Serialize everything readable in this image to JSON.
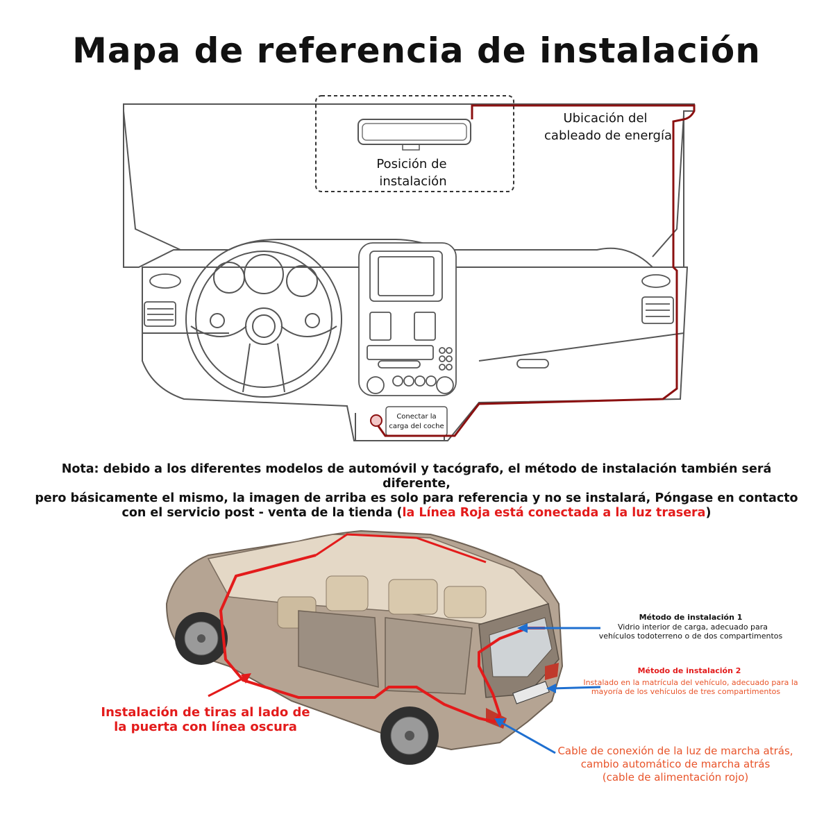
{
  "title": "Mapa de referencia de instalación",
  "dashboard": {
    "power_label_line1": "Ubicación del",
    "power_label_line2": "cableado de energía",
    "install_label_line1": "Posición de",
    "install_label_line2": "instalación",
    "charger_label_line1": "Conectar la",
    "charger_label_line2": "carga del coche"
  },
  "note": {
    "text_line1": "Nota: debido a los diferentes modelos de automóvil y tacógrafo, el método de instalación también será diferente,",
    "text_line2": "pero básicamente el mismo, la imagen de arriba es solo para referencia y no se instalará, Póngase en contacto",
    "text_line3_start": "con el servicio post - venta de la tienda (",
    "text_line3_red": "la Línea Roja está conectada a la luz trasera",
    "text_line3_end": ")"
  },
  "car": {
    "method1_title": "Método de instalación 1",
    "method1_desc_line1": "Vidrio interior de carga, adecuado para",
    "method1_desc_line2": "vehículos todoterreno o de dos compartimentos",
    "method2_title": "Método de instalación 2",
    "method2_desc_line1": "Instalado en la matrícula del vehículo, adecuado para la",
    "method2_desc_line2": "mayoría de los vehículos de tres compartimentos",
    "door_label_line1": "Instalación de tiras al lado de",
    "door_label_line2": "la puerta con línea oscura",
    "reverse_label_line1": "Cable de conexión de la luz de marcha atrás,",
    "reverse_label_line2": "cambio automático de marcha atrás",
    "reverse_label_line3": "(cable de alimentación rojo)"
  },
  "colors": {
    "wire": "#8b1010",
    "red": "#e31b1b",
    "blue": "#1e6fd0",
    "orange": "#e8542a",
    "outline": "#555555",
    "car_body": "#a8988a"
  }
}
